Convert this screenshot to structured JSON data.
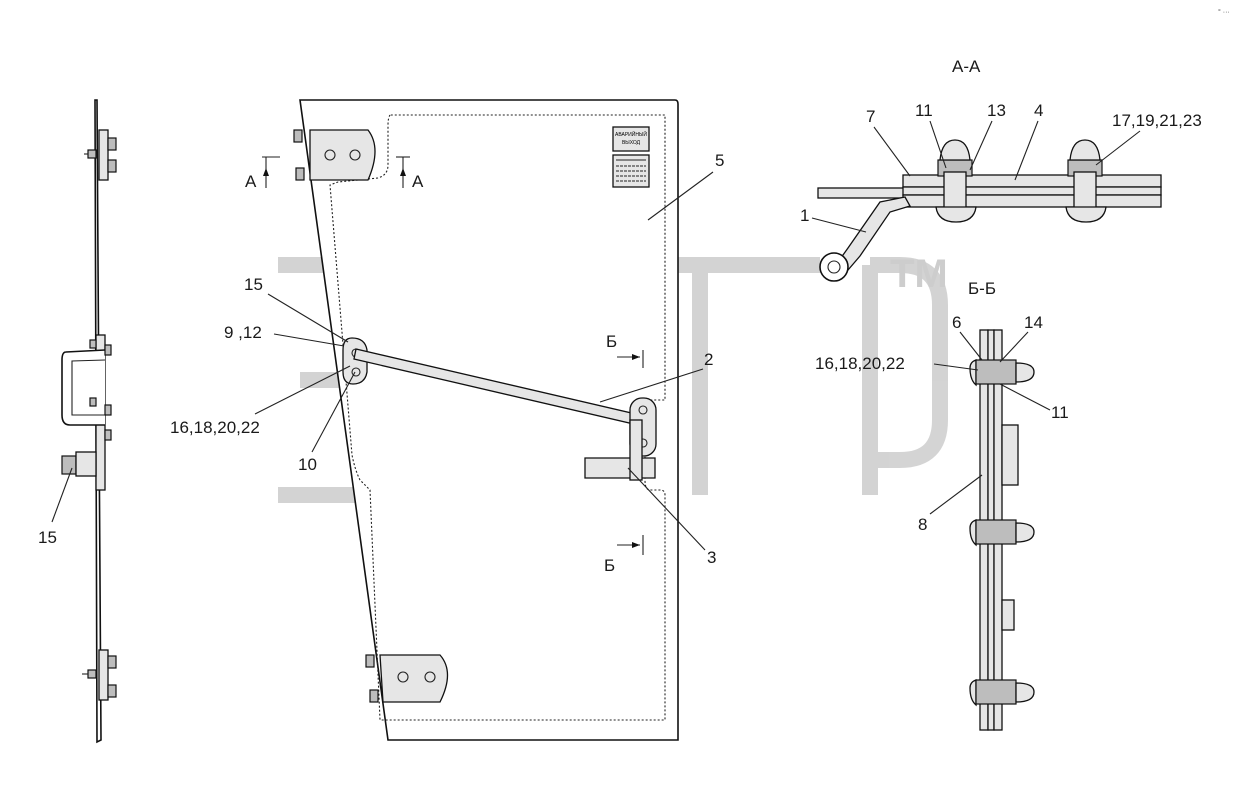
{
  "watermark": {
    "tm": "TM"
  },
  "sections": {
    "aa_title": "А-А",
    "bb_title": "Б-Б",
    "cut_a_left": "А",
    "cut_a_right": "А",
    "cut_b_top": "Б",
    "cut_b_bottom": "Б"
  },
  "plate": {
    "line1": "АВАРИЙНЫЙ",
    "line2": "ВЫХОД"
  },
  "callouts": {
    "c1": "1",
    "c2": "2",
    "c3": "3",
    "c4": "4",
    "c5": "5",
    "c6": "6",
    "c7": "7",
    "c8": "8",
    "c9_12": "9 ,12",
    "c10": "10",
    "c11_top": "11",
    "c11_bb": "11",
    "c13": "13",
    "c14": "14",
    "c15_door": "15",
    "c15_side": "15",
    "c16_door": "16,18,20,22",
    "c16_bb": "16,18,20,22",
    "c17": "17,19,21,23"
  },
  "corner_mark": "° ···"
}
